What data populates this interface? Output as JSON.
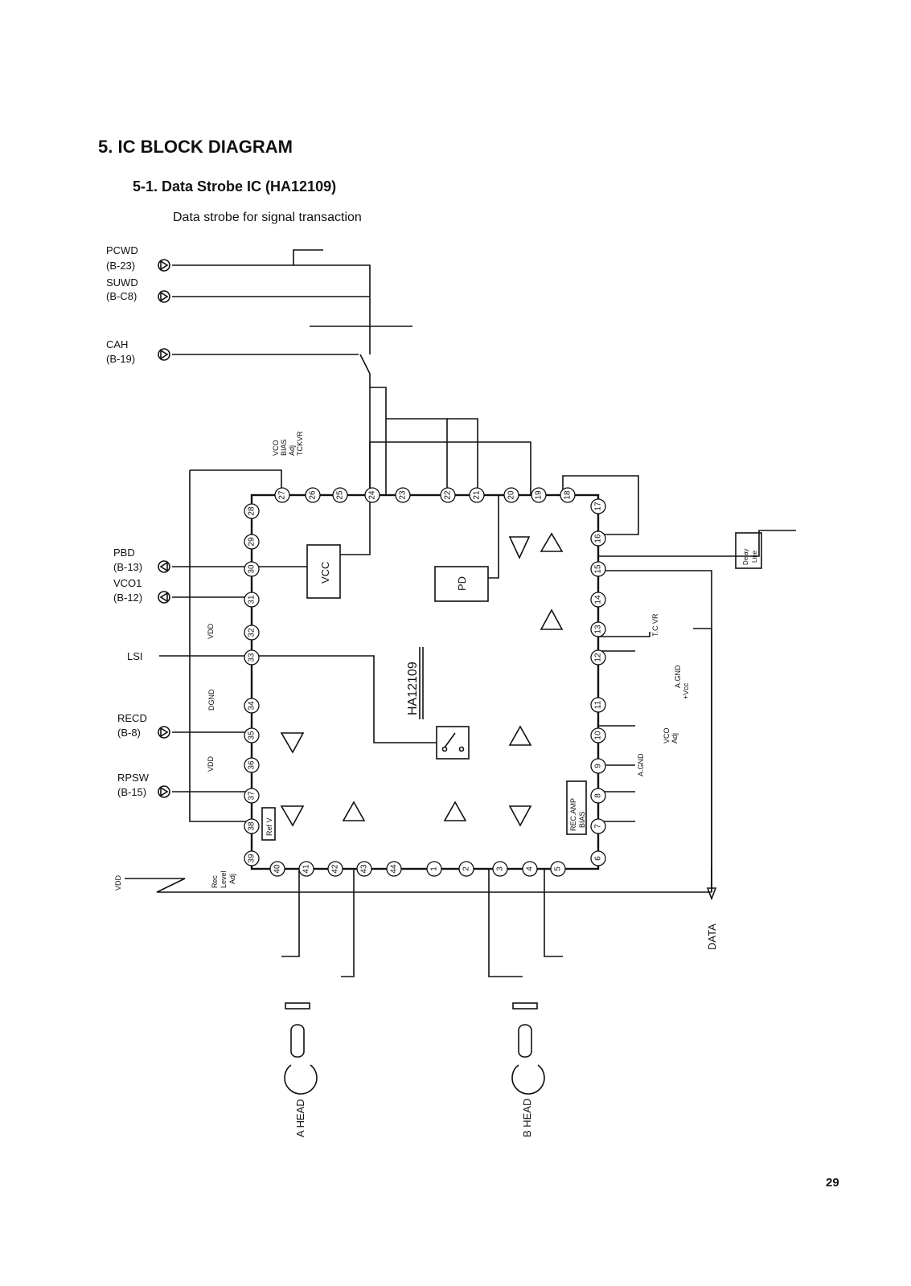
{
  "section_title": "5.  IC  BLOCK  DIAGRAM",
  "subsection_title": "5-1.  Data Strobe IC (HA12109)",
  "subtitle": "Data strobe for signal transaction",
  "page_number": "29",
  "ic": {
    "name": "HA12109",
    "blocks": {
      "vcc": "VCC",
      "pd": "PD",
      "ref": "Ref V",
      "rec_amp": "REC.AMP",
      "bias": "BIAS",
      "delay": "Delay",
      "line": "Line"
    }
  },
  "signals": {
    "pcwd": "PCWD",
    "pcwd_ref": "(B-23)",
    "suwd": "SUWD",
    "suwd_ref": "(B-C8)",
    "cah": "CAH",
    "cah_ref": "(B-19)",
    "pbd": "PBD",
    "pbd_ref": "(B-13)",
    "vco1": "VCO1",
    "vco1_ref": "(B-12)",
    "lsi": "LSI",
    "recd": "RECD",
    "recd_ref": "(B-8)",
    "rpsw": "RPSW",
    "rpsw_ref": "(B-15)",
    "data": "DATA",
    "a_head": "A HEAD",
    "b_head": "B HEAD"
  },
  "labels": {
    "vco": "VCO",
    "bias": "BIAS",
    "adj": "Adj",
    "tckvr": "TCKVR",
    "vdd": "VDD",
    "dgnd": "DGND",
    "agnd": "A.GND",
    "vcc_plus": "+Vcc",
    "tc_vr": "T.C VR",
    "vco_adj_1": "VCO",
    "vco_adj_2": "Adj",
    "agnd_9": "A.GND",
    "rec": "Rec",
    "level": "Level",
    "rec_adj": "Adj"
  },
  "pins": [
    "1",
    "2",
    "3",
    "4",
    "5",
    "6",
    "7",
    "8",
    "9",
    "10",
    "11",
    "12",
    "13",
    "14",
    "15",
    "16",
    "17",
    "18",
    "19",
    "20",
    "21",
    "22",
    "23",
    "24",
    "25",
    "26",
    "27",
    "28",
    "29",
    "30",
    "31",
    "32",
    "33",
    "34",
    "35",
    "36",
    "37",
    "38",
    "39",
    "40",
    "41",
    "42",
    "43",
    "44"
  ]
}
